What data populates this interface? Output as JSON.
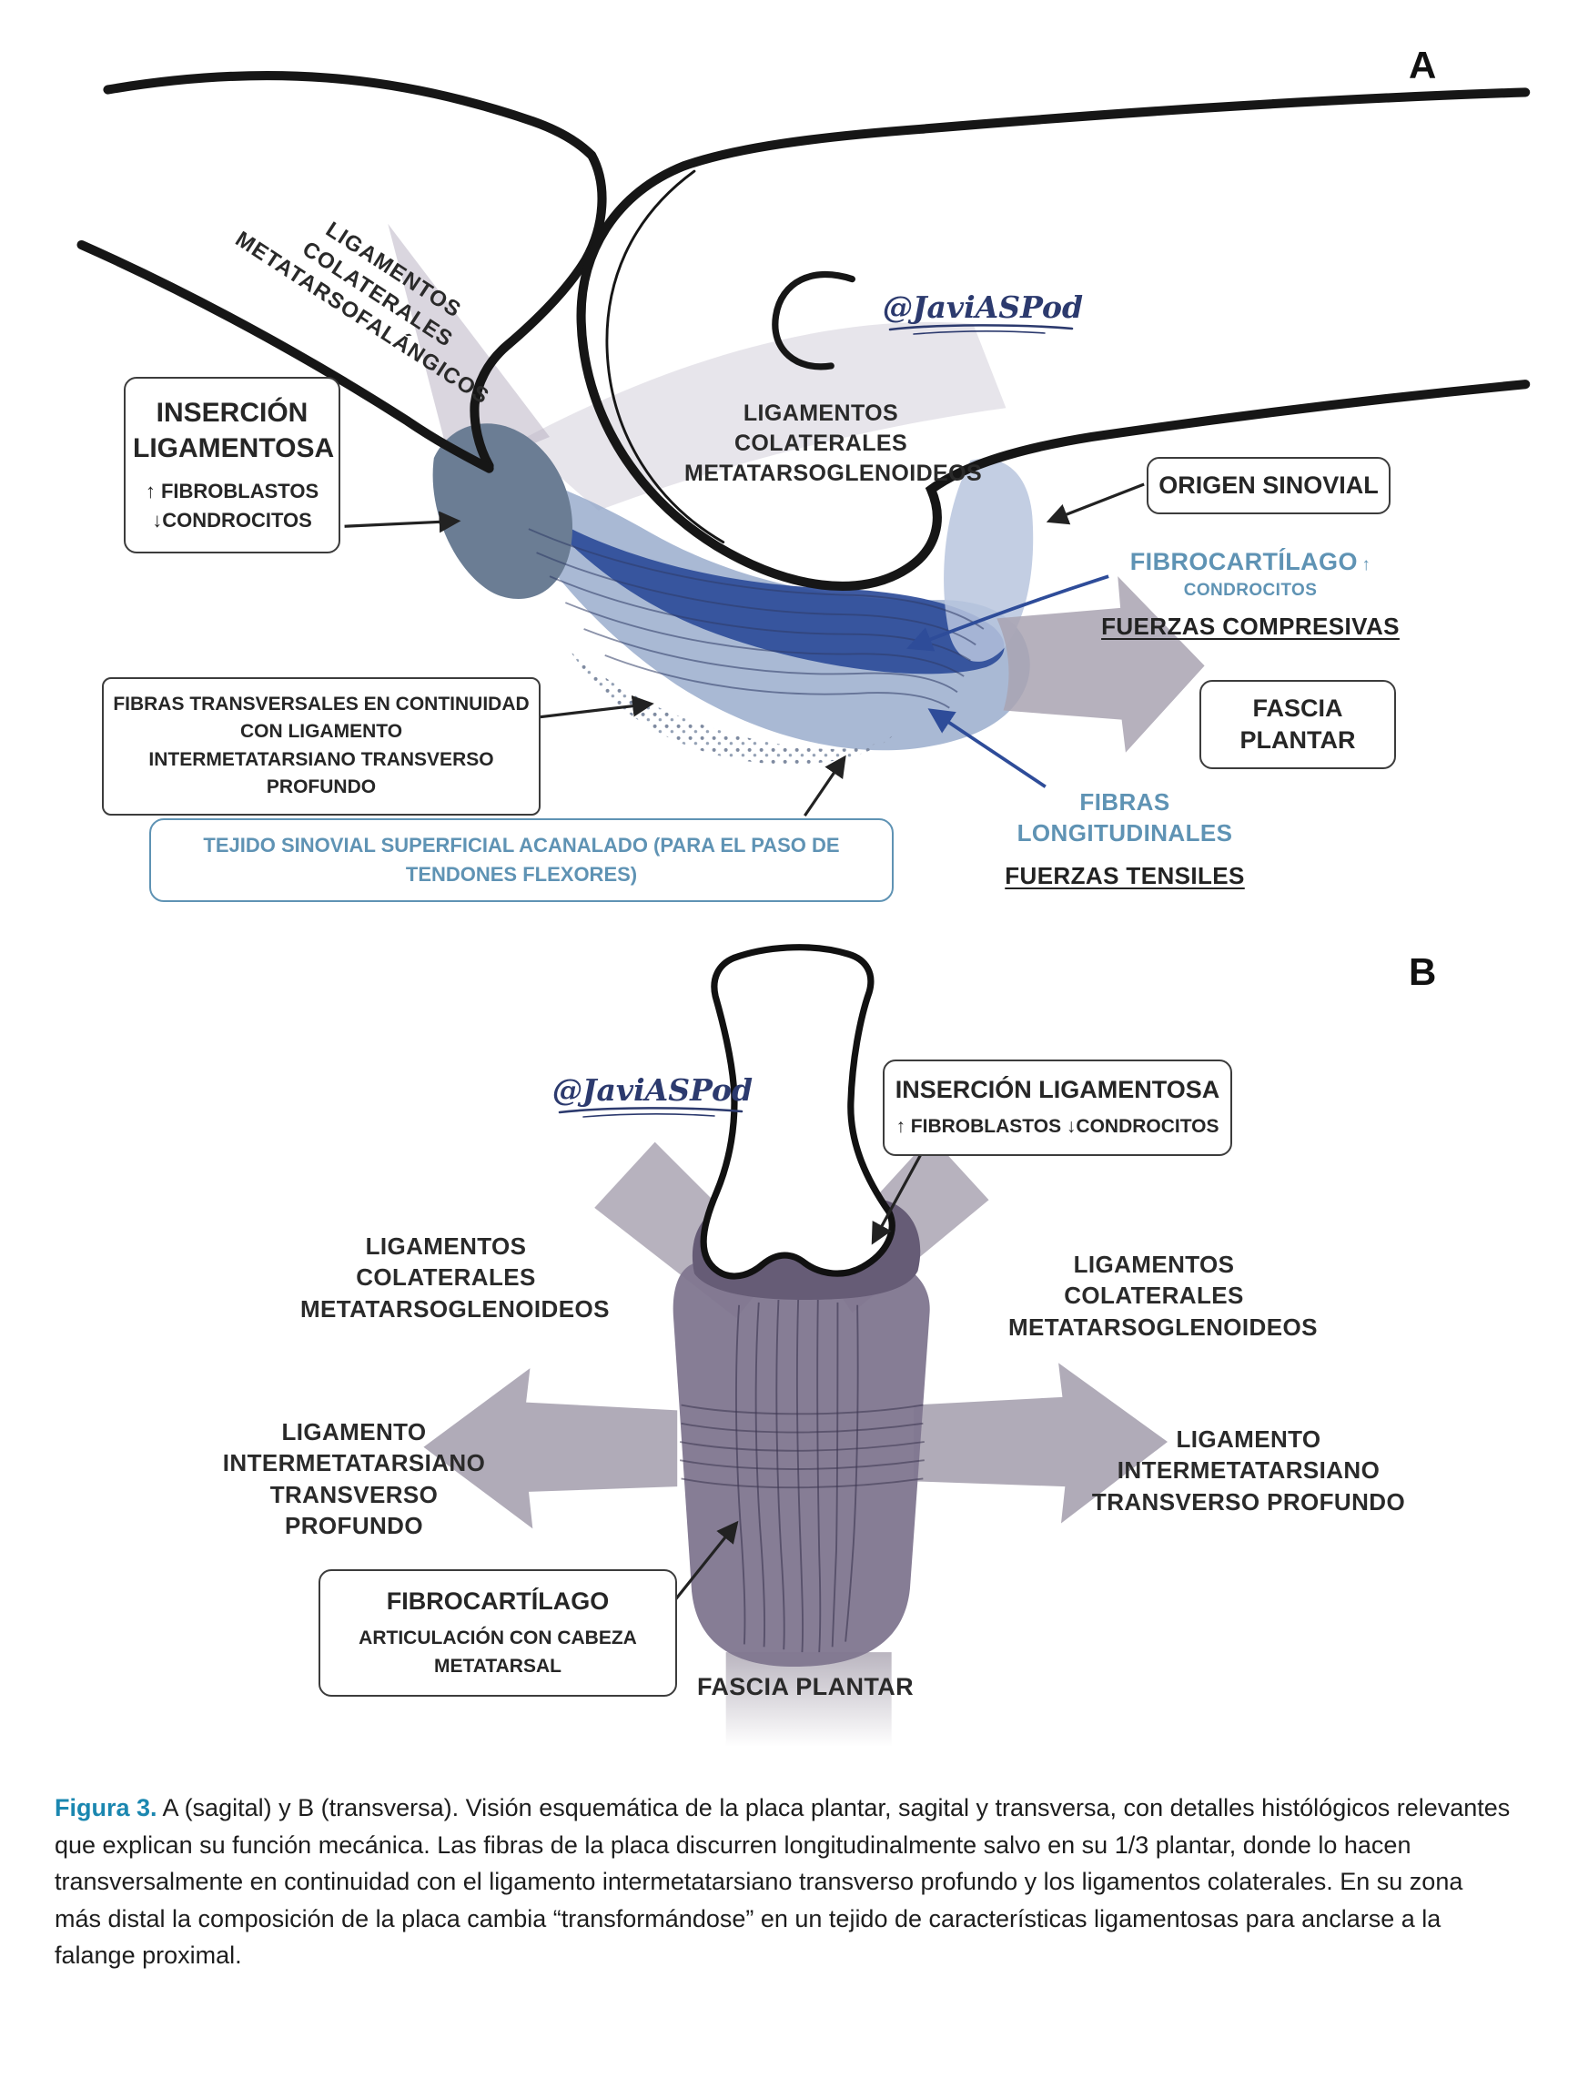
{
  "panel_a": {
    "letter": "A",
    "signature": "@JaviASPod",
    "label_colaterales_mtf": "LIGAMENTOS COLATERALES\nMETATARSOFALÁNGICOS",
    "label_colaterales_mtg": "LIGAMENTOS COLATERALES\nMETATARSOGLENOIDEOS",
    "insercion_title": "INSERCIÓN\nLIGAMENTOSA",
    "insercion_line1": "↑ FIBROBLASTOS",
    "insercion_line2": "↓CONDROCITOS",
    "origen_sinovial": "ORIGEN SINOVIAL",
    "fibrocartilago": "FIBROCARTÍLAGO",
    "fibrocartilago_sub": "↑ CONDROCITOS",
    "fuerzas_compresivas": "FUERZAS COMPRESIVAS",
    "fascia_plantar": "FASCIA PLANTAR",
    "fibras_transversales": "FIBRAS TRANSVERSALES EN CONTINUIDAD CON LIGAMENTO\nINTERMETATARSIANO TRANSVERSO PROFUNDO",
    "fibras_longitudinales": "FIBRAS LONGITUDINALES",
    "fuerzas_tensiles": "FUERZAS TENSILES",
    "tejido_sinovial": "TEJIDO SINOVIAL SUPERFICIAL ACANALADO (PARA EL PASO DE TENDONES FLEXORES)"
  },
  "panel_b": {
    "letter": "B",
    "signature": "@JaviASPod",
    "insercion_title": "INSERCIÓN LIGAMENTOSA",
    "insercion_sub": "↑ FIBROBLASTOS ↓CONDROCITOS",
    "lig_colaterales_left": "LIGAMENTOS COLATERALES\nMETATARSOGLENOIDEOS",
    "lig_colaterales_right": "LIGAMENTOS COLATERALES\nMETATARSOGLENOIDEOS",
    "lig_intermetatarsiano_left": "LIGAMENTO INTERMETATARSIANO\nTRANSVERSO PROFUNDO",
    "lig_intermetatarsiano_right": "LIGAMENTO INTERMETATARSIANO\nTRANSVERSO PROFUNDO",
    "fibrocartilago_title": "FIBROCARTÍLAGO",
    "fibrocartilago_sub": "ARTICULACIÓN CON CABEZA METATARSAL",
    "fascia_plantar": "FASCIA PLANTAR"
  },
  "caption": {
    "label": "Figura 3.",
    "text": " A (sagital) y B (transversa). Visión esquemática de la placa plantar, sagital y transversa, con detalles histólógicos relevantes que explican su función mecánica. Las fibras de la placa discurren longitudinalmente salvo en su 1/3 plantar, donde lo hacen transversalmente en continuidad con el ligamento intermetatarsiano transverso profundo y los ligamentos colaterales. En su zona más distal la composición de la placa cambia “transformándose” en un tejido de características ligamentosas para anclarse a la falange proximal."
  },
  "colors": {
    "label_blue": "#5f93b4",
    "deep_blue": "#2e4c99",
    "plate_blue": "#93a8c9",
    "plate_purple": "#80768f",
    "ligament_gray": "#a59fae",
    "signature_navy": "#2c3a6e",
    "figura_teal": "#1b87b0"
  }
}
